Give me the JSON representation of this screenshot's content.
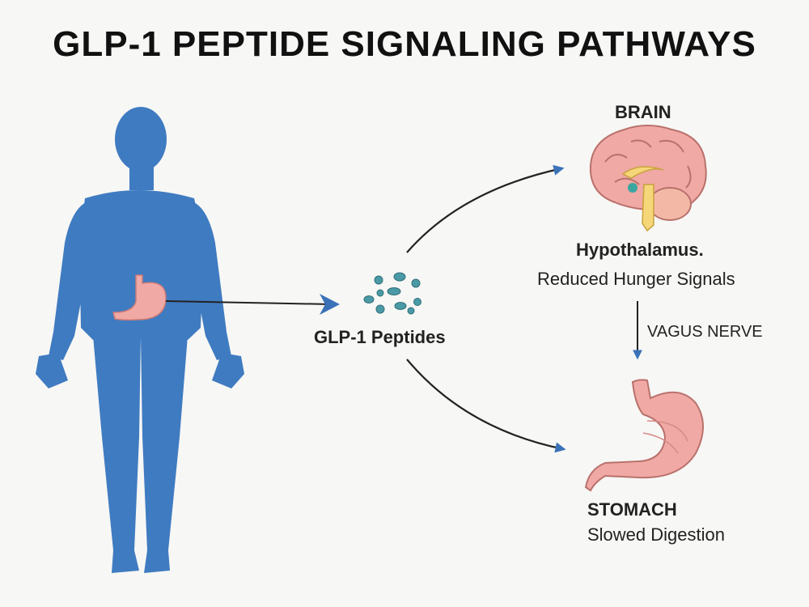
{
  "title": "GLP-1 PEPTIDE SIGNALING PATHWAYS",
  "peptides": {
    "label": "GLP-1 Peptides"
  },
  "brain": {
    "heading": "BRAIN",
    "region": "Hypothalamus.",
    "effect": "Reduced Hunger Signals"
  },
  "vagus": {
    "label": "VAGUS NERVE"
  },
  "stomach": {
    "heading": "STOMACH",
    "effect": "Slowed Digestion"
  },
  "colors": {
    "body": "#3f7bc1",
    "arrow": "#3a72b8",
    "organ": "#f0a9a4",
    "peptide": "#4a9aa6"
  }
}
